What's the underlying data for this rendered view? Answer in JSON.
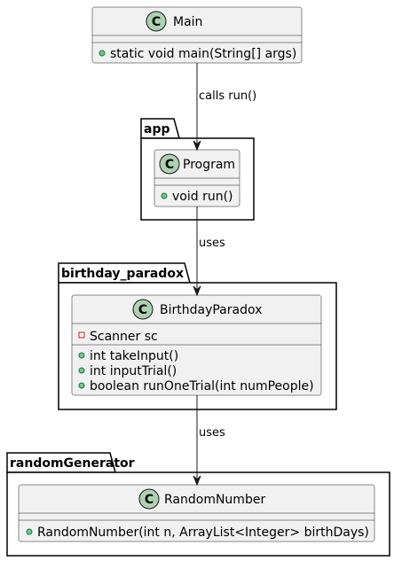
{
  "packages": {
    "app": {
      "title": "app"
    },
    "birthday": {
      "title": "birthday_paradox"
    },
    "random": {
      "title": "randomGenerator"
    }
  },
  "classes": {
    "main": {
      "glyph": "C",
      "name": "Main",
      "methods": [
        "static void main(String[] args)"
      ]
    },
    "program": {
      "glyph": "C",
      "name": "Program",
      "methods": [
        "void run()"
      ]
    },
    "birthday_paradox": {
      "glyph": "C",
      "name": "BirthdayParadox",
      "fields": [
        "Scanner sc"
      ],
      "methods": [
        "int takeInput()",
        "int inputTrial()",
        "boolean runOneTrial(int numPeople)"
      ]
    },
    "random_number": {
      "glyph": "C",
      "name": "RandomNumber",
      "methods": [
        "RandomNumber(int n, ArrayList<Integer> birthDays)"
      ]
    }
  },
  "edges": {
    "main_to_program": {
      "label": "calls run()"
    },
    "program_to_birthday": {
      "label": "uses"
    },
    "birthday_to_random": {
      "label": "uses"
    }
  },
  "colors": {
    "class_fill": "#f1f1f1",
    "class_border": "#181818",
    "class_icon": "#add1b2",
    "public_marker": "#84be84",
    "private_marker": "#c82930"
  }
}
